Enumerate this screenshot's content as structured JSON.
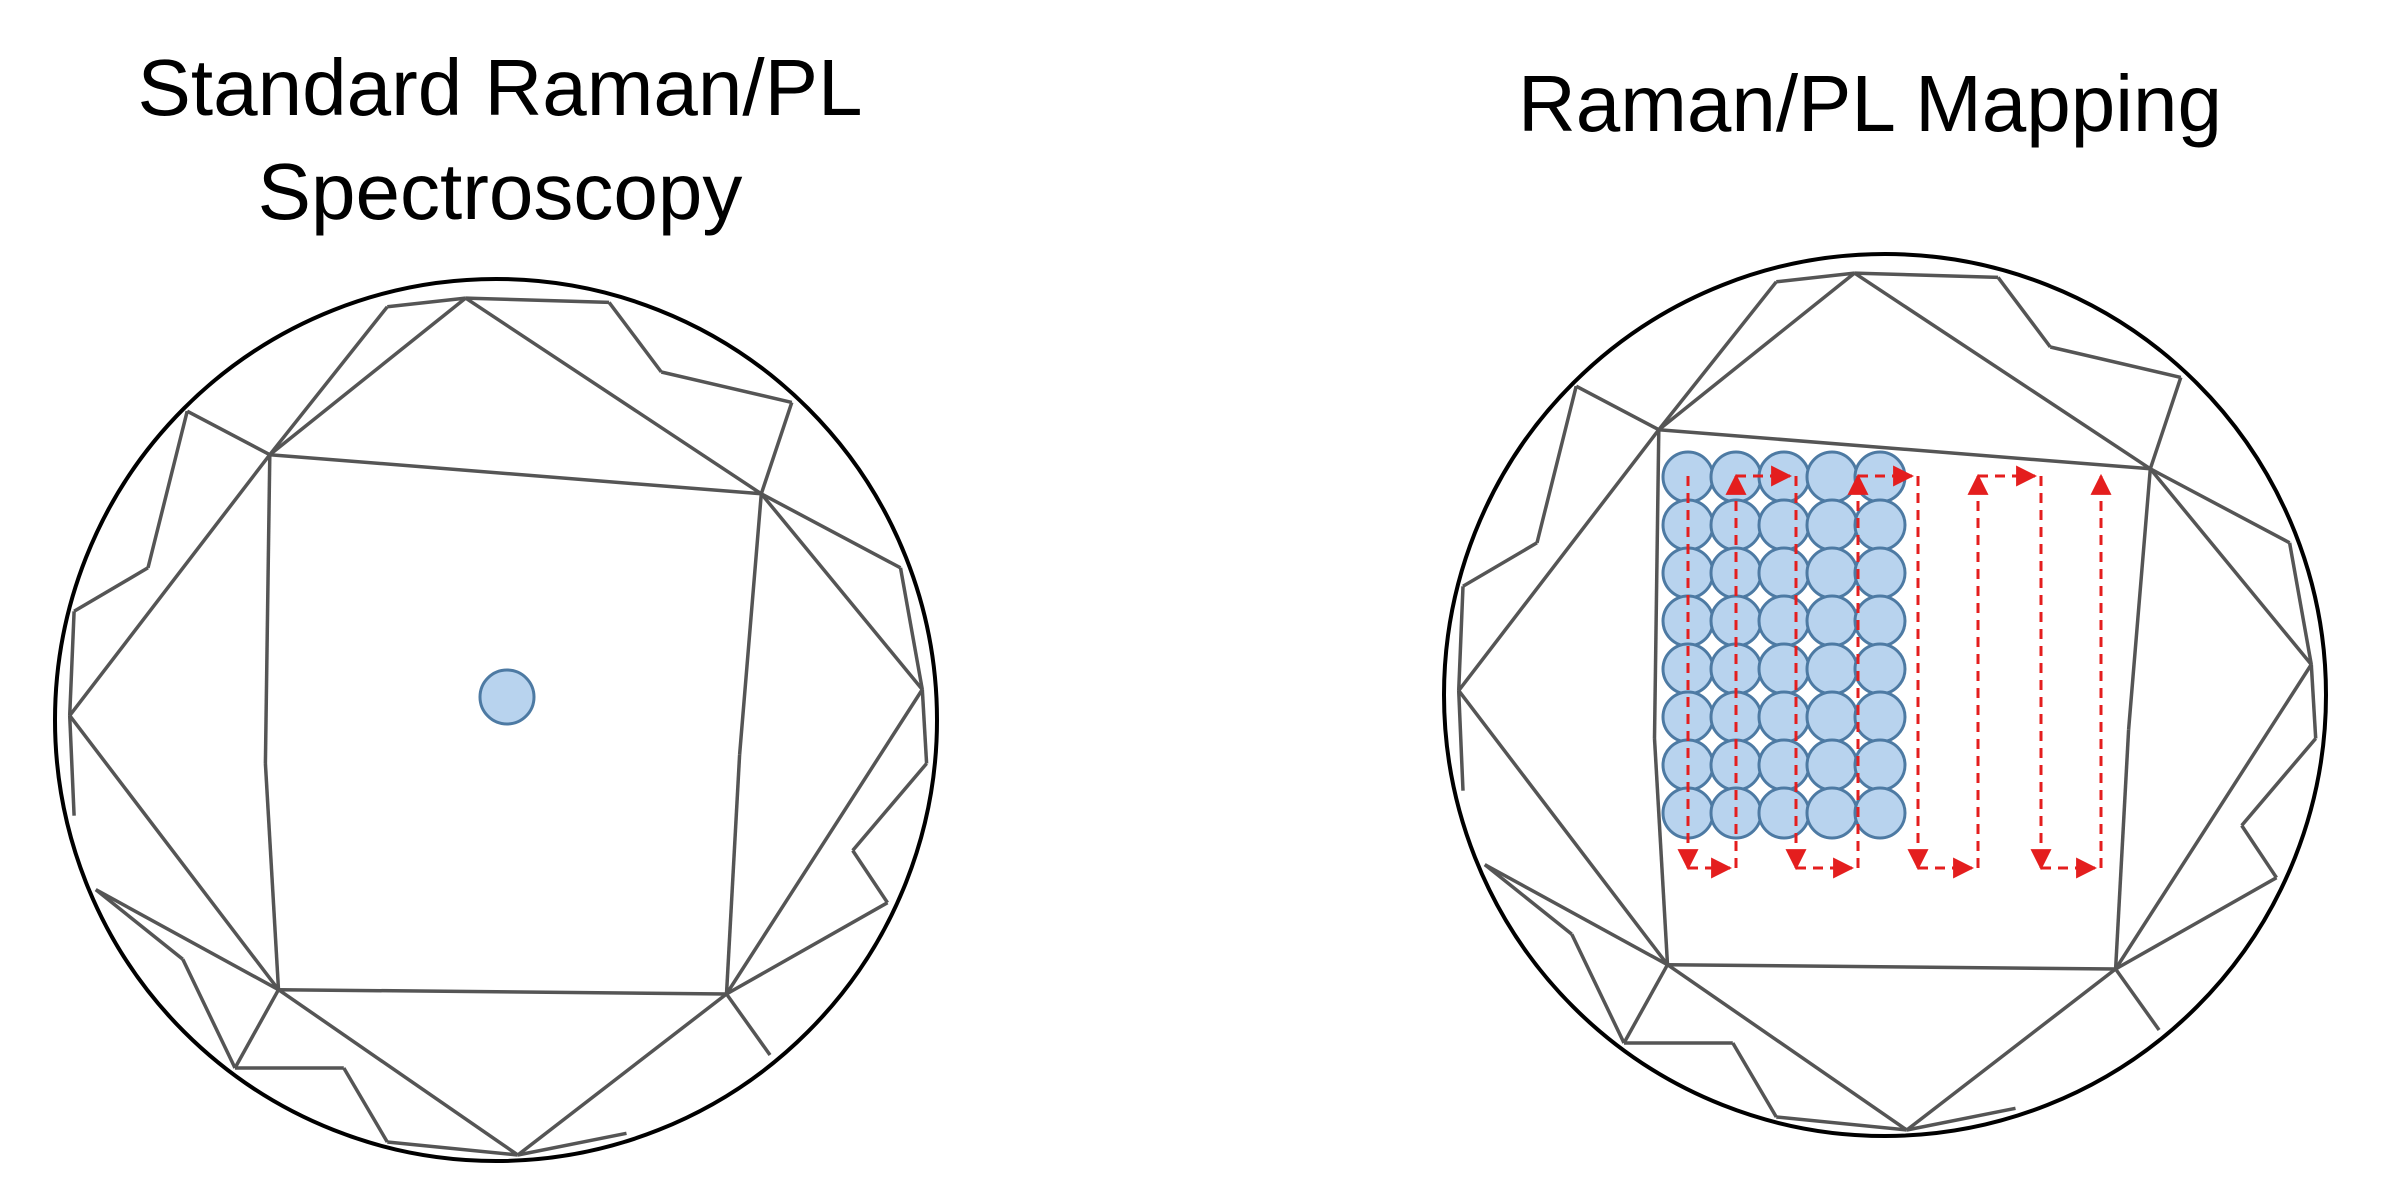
{
  "panels": [
    {
      "title_line1": "Standard Raman/PL",
      "title_line2": "Spectroscopy"
    },
    {
      "title_line1": "Raman/PL Mapping"
    }
  ],
  "colors": {
    "outline": "#000000",
    "facet": "#555555",
    "spot_fill": "#b8d3ee",
    "spot_stroke": "#4d7aa3",
    "scan_arrow": "#e41e1e"
  },
  "mapping_grid": {
    "columns": 5,
    "rows": 8
  },
  "scan_path": {
    "sweeps": 8
  }
}
